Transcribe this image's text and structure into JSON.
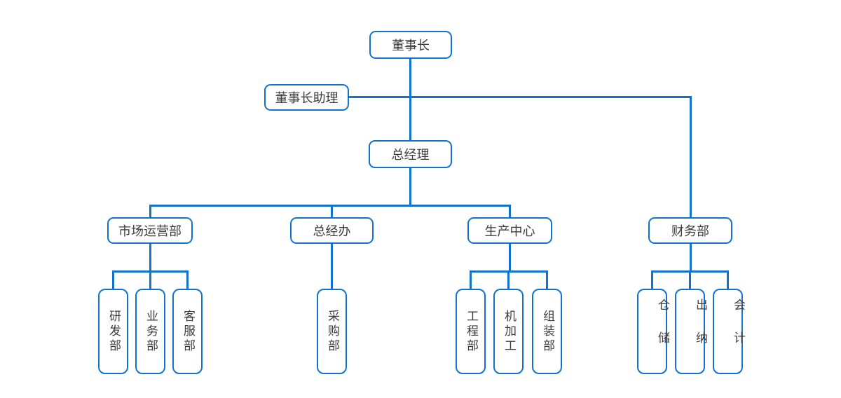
{
  "diagram": {
    "type": "org-chart",
    "nodes": {
      "chairman": "董事长",
      "chairman_assistant": "董事长助理",
      "general_manager": "总经理",
      "marketing_operations": "市场运营部",
      "gm_office": "总经办",
      "production_center": "生产中心",
      "finance_dept": "财务部",
      "rd_dept": "研发部",
      "business_dept": "业务部",
      "customer_service_dept": "客服部",
      "procurement_dept": "采购部",
      "engineering_dept": "工程部",
      "machining": "机加工",
      "assembly_dept": "组装部",
      "warehouse": "仓储",
      "cashier": "出纳",
      "accounting": "会计"
    },
    "edges": [
      [
        "chairman",
        "chairman_assistant"
      ],
      [
        "chairman",
        "general_manager"
      ],
      [
        "chairman",
        "finance_dept"
      ],
      [
        "general_manager",
        "marketing_operations"
      ],
      [
        "general_manager",
        "gm_office"
      ],
      [
        "general_manager",
        "production_center"
      ],
      [
        "marketing_operations",
        "rd_dept"
      ],
      [
        "marketing_operations",
        "business_dept"
      ],
      [
        "marketing_operations",
        "customer_service_dept"
      ],
      [
        "gm_office",
        "procurement_dept"
      ],
      [
        "production_center",
        "engineering_dept"
      ],
      [
        "production_center",
        "machining"
      ],
      [
        "production_center",
        "assembly_dept"
      ],
      [
        "finance_dept",
        "warehouse"
      ],
      [
        "finance_dept",
        "cashier"
      ],
      [
        "finance_dept",
        "accounting"
      ]
    ],
    "colors": {
      "line": "#1273cf",
      "node_border": "#1273cf",
      "node_background": "#ffffff",
      "text": "#3c3c3c",
      "page_background": "#ffffff"
    }
  }
}
